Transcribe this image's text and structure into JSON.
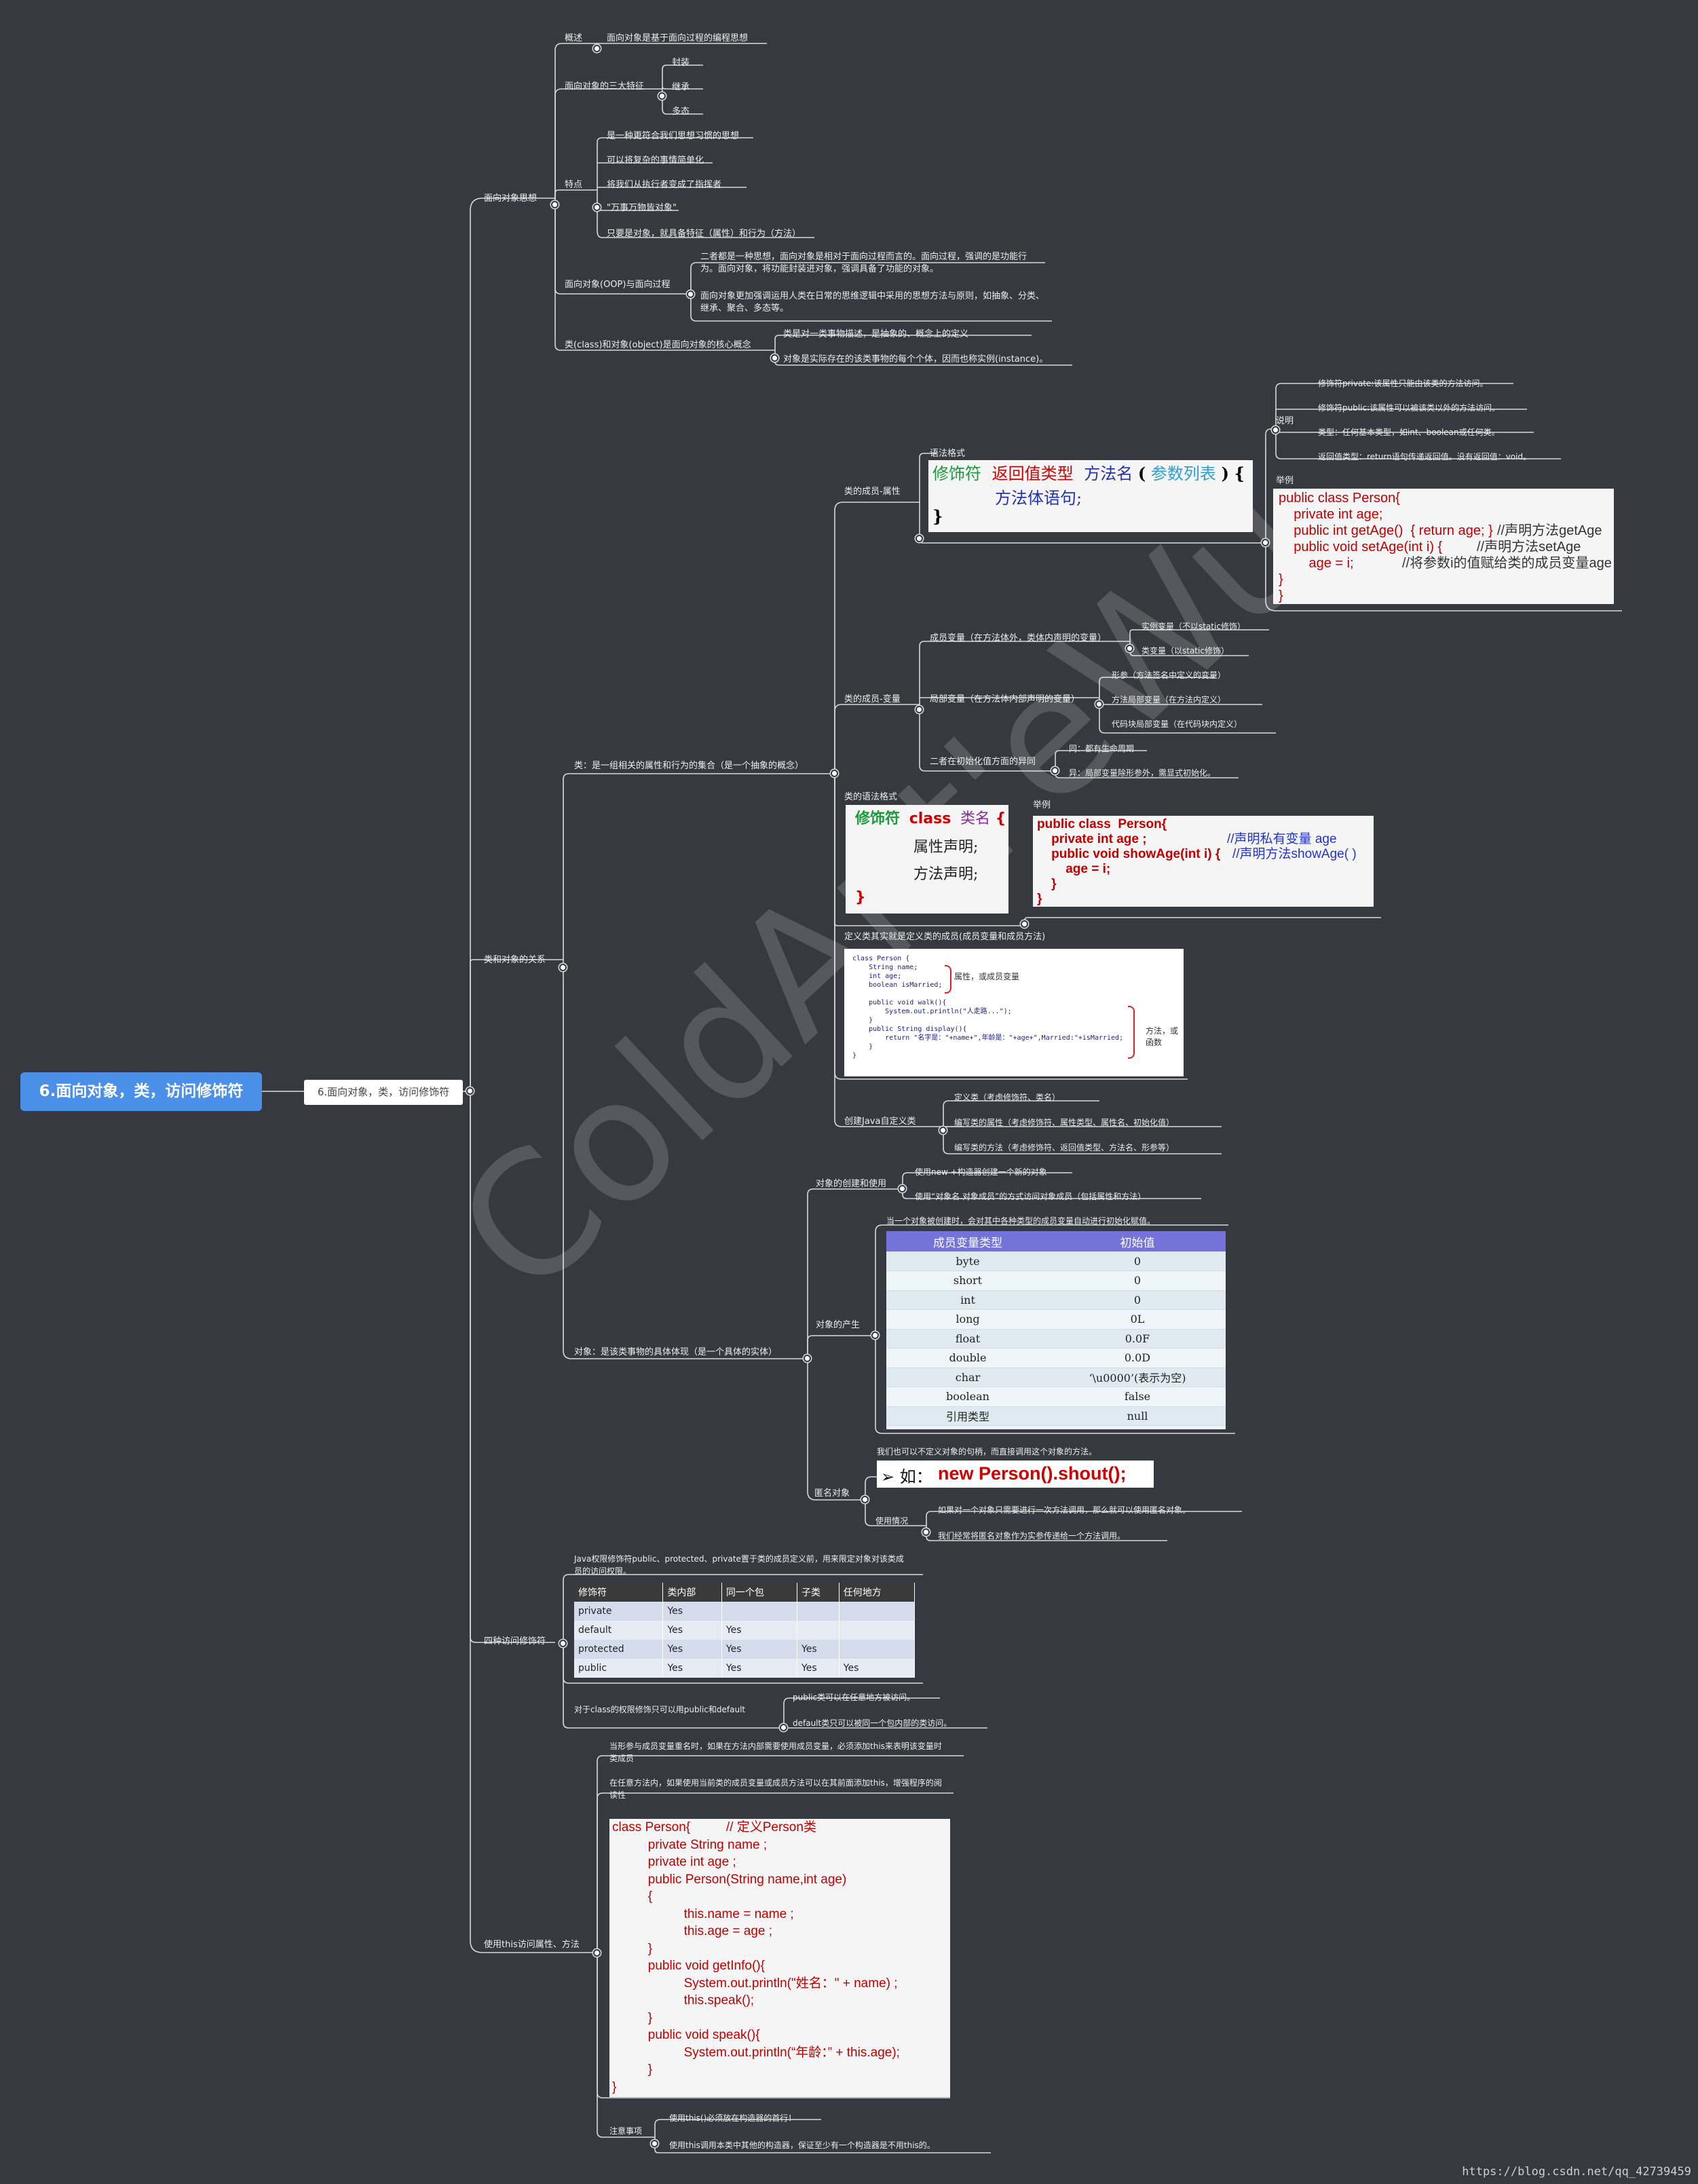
{
  "root": "6.面向对象，类，访问修饰符",
  "l1": "6.面向对象，类，访问修饰符",
  "watermark": "ColdAnt'eWu",
  "footer": "https://blog.csdn.net/qq_42739459",
  "oop": {
    "label": "面向对象思想",
    "overview": "概述",
    "overview_text": "面向对象是基于面向过程的编程思想",
    "features3": "面向对象的三大特征",
    "f1": "封装",
    "f2": "继承",
    "f3": "多态",
    "traits": "特点",
    "t1": "是一种更符合我们思想习惯的思想",
    "t2": "可以将复杂的事情简单化",
    "t3": "将我们从执行者变成了指挥者",
    "t4": "\"万事万物皆对象\"",
    "t5": "只要是对象，就具备特征（属性）和行为（方法）",
    "vs": "面向对象(OOP)与面向过程",
    "vs1": "二者都是一种思想，面向对象是相对于面向过程而言的。面向过程，强调的是功能行为。面向对象，将功能封装进对象，强调具备了功能的对象。",
    "vs2": "面向对象更加强调运用人类在日常的思维逻辑中采用的思想方法与原则，如抽象、分类、继承、聚合、多态等。",
    "core": "类(class)和对象(object)是面向对象的核心概念",
    "c1": "类是对一类事物描述，是抽象的、概念上的定义",
    "c2": "对象是实际存在的该类事物的每个个体，因而也称实例(instance)。"
  },
  "rel": {
    "label": "类和对象的关系",
    "cls": "类：是一组相关的属性和行为的集合（是一个抽象的概念）",
    "member_attr": "类的成员-属性",
    "syntax_label": "语法格式",
    "syn_mod": "修饰符",
    "syn_ret": "返回值类型",
    "syn_name": "方法名",
    "syn_lp": "(",
    "syn_params": "参数列表",
    "syn_rp": ")",
    "syn_lb": "{",
    "syn_body": "方法体语句;",
    "syn_rb": "}",
    "explain": "说明",
    "e1": "修饰符private:该属性只能由该类的方法访问。",
    "e2": "修饰符public:该属性可以被该类以外的方法访问。",
    "e3": "类型：任何基本类型，如int、boolean或任何类。",
    "e4": "返回值类型：return语句传递返回值。没有返回值：void。",
    "example": "举例",
    "code1": [
      "public class Person{",
      "    private int age;",
      "    public int getAge()  { return age; }",
      "    public void setAge(int i) {",
      "        age = i;",
      "}",
      "}"
    ],
    "code1_c1": "//声明方法getAge",
    "code1_c2": "//声明方法setAge",
    "code1_c3": "//将参数i的值赋给类的成员变量age",
    "member_var": "类的成员-变量",
    "mv1": "成员变量（在方法体外，类体内声明的变量）",
    "mv1a": "实例变量（不以static修饰）",
    "mv1b": "类变量（以static修饰）",
    "mv2": "局部变量（在方法体内部声明的变量）",
    "mv2a": "形参（方法签名中定义的变量）",
    "mv2b": "方法局部变量（在方法内定义）",
    "mv2c": "代码块局部变量（在代码块内定义）",
    "mv3": "二者在初始化值方面的异同",
    "mv3a": "同：都有生命周期",
    "mv3b": "异：局部变量除形参外，需显式初始化。",
    "cls_syntax": "类的语法格式",
    "cs_mod": "修饰符",
    "cs_kw": "class",
    "cs_name": "类名",
    "cs_lb": "{",
    "cs_attr": "属性声明;",
    "cs_method": "方法声明;",
    "cs_rb": "}",
    "ex2": "举例",
    "code2": [
      "public class  Person{",
      "    private int age ;",
      "    public void showAge(int i) {",
      "        age = i;",
      "    }",
      "}"
    ],
    "code2_c1": "//声明私有变量 age",
    "code2_c2": "//声明方法showAge( )",
    "def": "定义类其实就是定义类的成员(成员变量和成员方法)",
    "code3": [
      "class Person {",
      "    String name;",
      "    int age;",
      "    boolean isMarried;",
      "",
      "    public void walk(){",
      "        System.out.println(\"人走路...\");",
      "    }",
      "    public String display(){",
      "        return \"名字是：\"+name+\",年龄是：\"+age+\",Married:\"+isMarried;",
      "    }",
      "}"
    ],
    "code3_note1": "属性，或成员变量",
    "code3_note2": "方法，或函数",
    "create": "创建Java自定义类",
    "cr1": "定义类（考虑修饰符、类名）",
    "cr2": "编写类的属性（考虑修饰符、属性类型、属性名、初始化值）",
    "cr3": "编写类的方法（考虑修饰符、返回值类型、方法名、形参等）",
    "obj": "对象：是该类事物的具体体现（是一个具体的实体）",
    "ocu": "对象的创建和使用",
    "ocu1": "使用new +构造器创建一个新的对象",
    "ocu2": "使用“对象名.对象成员”的方式访问对象成员（包括属性和方法）",
    "gen": "对象的产生",
    "gen_note": "当一个对象被创建时，会对其中各种类型的成员变量自动进行初始化赋值。",
    "vt_h1": "成员变量类型",
    "vt_h2": "初始值",
    "vt": [
      [
        "byte",
        "0"
      ],
      [
        "short",
        "0"
      ],
      [
        "int",
        "0"
      ],
      [
        "long",
        "0L"
      ],
      [
        "float",
        "0.0F"
      ],
      [
        "double",
        "0.0D"
      ],
      [
        "char",
        "‘\\u0000’(表示为空)"
      ],
      [
        "boolean",
        "false"
      ],
      [
        "引用类型",
        "null"
      ]
    ],
    "anon": "匿名对象",
    "anon_note": "我们也可以不定义对象的句柄，而直接调用这个对象的方法。",
    "anon_eg": "➢ 如：",
    "anon_code": "new Person().shout();",
    "use": "使用情况",
    "use1": "如果对一个对象只需要进行一次方法调用，那么就可以使用匿名对象。",
    "use2": "我们经常将匿名对象作为实参传递给一个方法调用。"
  },
  "acc": {
    "label": "四种访问修饰符",
    "desc": "Java权限修饰符public、protected、private置于类的成员定义前，用来限定对象对该类成员的访问权限。",
    "h": [
      "修饰符",
      "类内部",
      "同一个包",
      "子类",
      "任何地方"
    ],
    "rows": [
      [
        "private",
        "Yes",
        "",
        "",
        ""
      ],
      [
        "default",
        "Yes",
        "Yes",
        "",
        ""
      ],
      [
        "protected",
        "Yes",
        "Yes",
        "Yes",
        ""
      ],
      [
        "public",
        "Yes",
        "Yes",
        "Yes",
        "Yes"
      ]
    ],
    "cls": "对于class的权限修饰只可以用public和default",
    "cls1": "public类可以在任意地方被访问。",
    "cls2": "default类只可以被同一个包内部的类访问。"
  },
  "thisx": {
    "label": "使用this访问属性、方法",
    "t1": "当形参与成员变量重名时，如果在方法内部需要使用成员变量，必须添加this来表明该变量时类成员",
    "t2": "在任意方法内，如果使用当前类的成员变量或成员方法可以在其前面添加this，增强程序的阅读性",
    "code": [
      "class Person{          // 定义Person类",
      "          private String name ;",
      "          private int age ;",
      "          public Person(String name,int age)",
      "          {",
      "                    this.name = name ;",
      "                    this.age = age ;",
      "          }",
      "          public void getInfo(){",
      "                    System.out.println(\"姓名：\" + name) ;",
      "                    this.speak();",
      "          }",
      "          public void speak(){",
      "                    System.out.println(“年龄：” + this.age);",
      "          }",
      "}"
    ],
    "note": "注意事项",
    "n1": "使用this()必须放在构造器的首行！",
    "n2": "使用this调用本类中其他的构造器，保证至少有一个构造器是不用this的。"
  }
}
